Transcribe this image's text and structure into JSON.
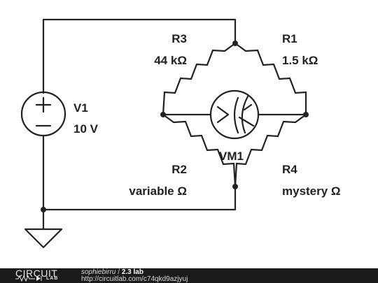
{
  "components": {
    "r3": {
      "name": "R3",
      "value": "44 kΩ"
    },
    "r1": {
      "name": "R1",
      "value": "1.5 kΩ"
    },
    "v1": {
      "name": "V1",
      "value": "10 V"
    },
    "r2": {
      "name": "R2",
      "value": "variable Ω"
    },
    "r4": {
      "name": "R4",
      "value": "mystery Ω"
    },
    "vm1": {
      "name": "VM1"
    }
  },
  "footer": {
    "logo_top": "CIRCUIT",
    "logo_bottom": "LAB",
    "author": "sophiebirru",
    "separator": " / ",
    "title": "2.3 lab",
    "url": "http://circuitlab.com/c74qkd9azjyuj"
  },
  "colors": {
    "ink": "#222222",
    "footer_bg": "#1a1a1a"
  }
}
